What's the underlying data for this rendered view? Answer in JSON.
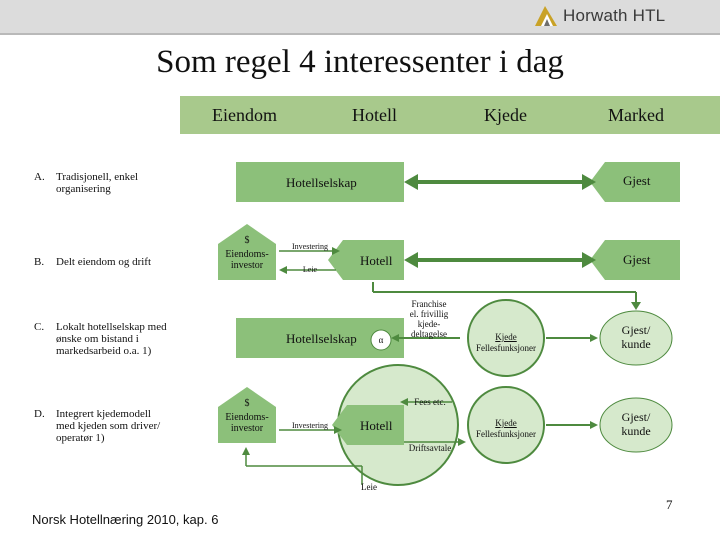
{
  "brand": {
    "name": "Horwath HTL",
    "accent": "#c9a227"
  },
  "title": "Som regel 4 interessenter i dag",
  "columns": [
    "Eiendom",
    "Hotell",
    "Kjede",
    "Marked"
  ],
  "rows": [
    {
      "letter": "A.",
      "label": "Tradisjonell, enkel organisering"
    },
    {
      "letter": "B.",
      "label": "Delt eiendom og drift"
    },
    {
      "letter": "C.",
      "label": "Lokalt hotellselskap med ønske om bistand i markedsarbeid o.a. 1)"
    },
    {
      "letter": "D.",
      "label": "Integrert kjedemodell med kjeden som driver/ operatør 1)"
    }
  ],
  "nodes": {
    "a_hotel": "Hotellselskap",
    "a_guest": "Gjest",
    "b_dollar": "$",
    "b_investor": "Eiendoms-\ninvestor",
    "b_investering": "Investering",
    "b_leie": "Leie",
    "b_hotel": "Hotell",
    "b_guest": "Gjest",
    "c_franchise": "Franchise\nel. frivillig\nkjede-\ndeltagelse",
    "c_hotel": "Hotellselskap",
    "c_alpha": "α",
    "c_kjede": "Kjede",
    "c_fellesfunksjoner": "Fellesfunksjoner",
    "c_guest": "Gjest/\nkunde",
    "d_fees": "Fees etc.",
    "d_dollar": "$",
    "d_investor": "Eiendoms-\ninvestor",
    "d_investering": "Investering",
    "d_hotel": "Hotell",
    "d_kjede": "Kjede",
    "d_fellesfunksjoner": "Fellesfunksjoner",
    "d_guest": "Gjest/\nkunde",
    "d_driftsavtale": "Driftsavtale",
    "d_leie": "Leie"
  },
  "colors": {
    "green_dark": "#4e8a3f",
    "green_mid": "#8cc07a",
    "green_light": "#d6e9cc",
    "header_band": "#a8c98c"
  },
  "footer": "Norsk Hotellnæring 2010, kap. 6",
  "page_number": "7"
}
